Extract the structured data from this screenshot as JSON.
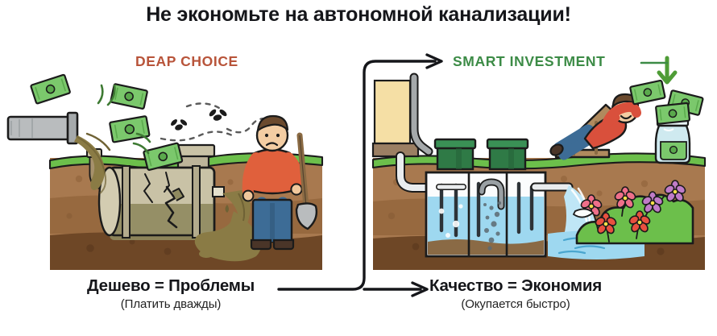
{
  "title": "Не экономьте на автономной канализации!",
  "labels": {
    "bad": "DEAP CHOICE",
    "good": "SMART INVESTMENT"
  },
  "captions": {
    "left": {
      "headline": "Дешево = Проблемы",
      "sub": "(Платить дважды)"
    },
    "right": {
      "headline": "Качество = Экономия",
      "sub": "(Окупается быстро)"
    }
  },
  "colors": {
    "title_text": "#15161a",
    "bad_label": "#b8543a",
    "good_label": "#3c8b46",
    "grass": "#6cbf4b",
    "soil_top": "#a8794f",
    "soil_mid": "#97693f",
    "soil_bottom": "#6e4726",
    "sewage": "#8a7b45",
    "money_green": "#7bc86c",
    "clean_water": "#9ed8f0",
    "tank_concrete": "#c9c2a6",
    "pipe_gray": "#b9bcbe",
    "hatch_green": "#2f7a46",
    "house_wall": "#f5dfa5",
    "outline": "#1b1b1b",
    "man_shirt_bad": "#e0603c",
    "man_shirt_good": "#d9503c",
    "jeans": "#3d6c96",
    "flower_pink": "#ef6f8a",
    "flower_red": "#e8503f",
    "flower_purple": "#c07cc8",
    "bush": "#6cbf4b",
    "jar_glass": "#cfeaf0"
  },
  "scene_left": {
    "name": "cheap-failing-septic-scene",
    "elements": [
      "gray-outflow-pipe",
      "spilled-sewage",
      "flying-money-bills",
      "flies",
      "sad-man-with-shovel",
      "grass-strip",
      "soil-layers",
      "cracked-concrete-tank",
      "riser-hatch",
      "leaking-sewage-puddle"
    ],
    "money_bill_count": 4,
    "fly_count": 2
  },
  "scene_right": {
    "name": "quality-treatment-plant-scene",
    "elements": [
      "house-wall",
      "downpipe",
      "inlet-pipe",
      "green-access-hatches",
      "three-chamber-treatment-tank",
      "aeration-bubbles",
      "clean-water-outlet",
      "clean-water-pool",
      "flower-bushes",
      "relaxing-man-on-lounger",
      "savings-jar",
      "falling-money-bills",
      "down-arrow-to-jar"
    ],
    "hatch_count": 2,
    "chamber_count": 3,
    "money_bill_count": 3,
    "flower_count": 6
  },
  "connector": {
    "name": "flow-arrow",
    "description": "arrow from cheap-result caption curving up to smart-investment label, plus arrow into right caption"
  },
  "icons": {
    "arrow_right": "arrow-right-icon",
    "arrow_down": "arrow-down-icon",
    "money": "banknote-icon",
    "fly": "fly-icon",
    "flower": "flower-icon",
    "jar": "savings-jar-icon",
    "shovel": "shovel-icon"
  }
}
